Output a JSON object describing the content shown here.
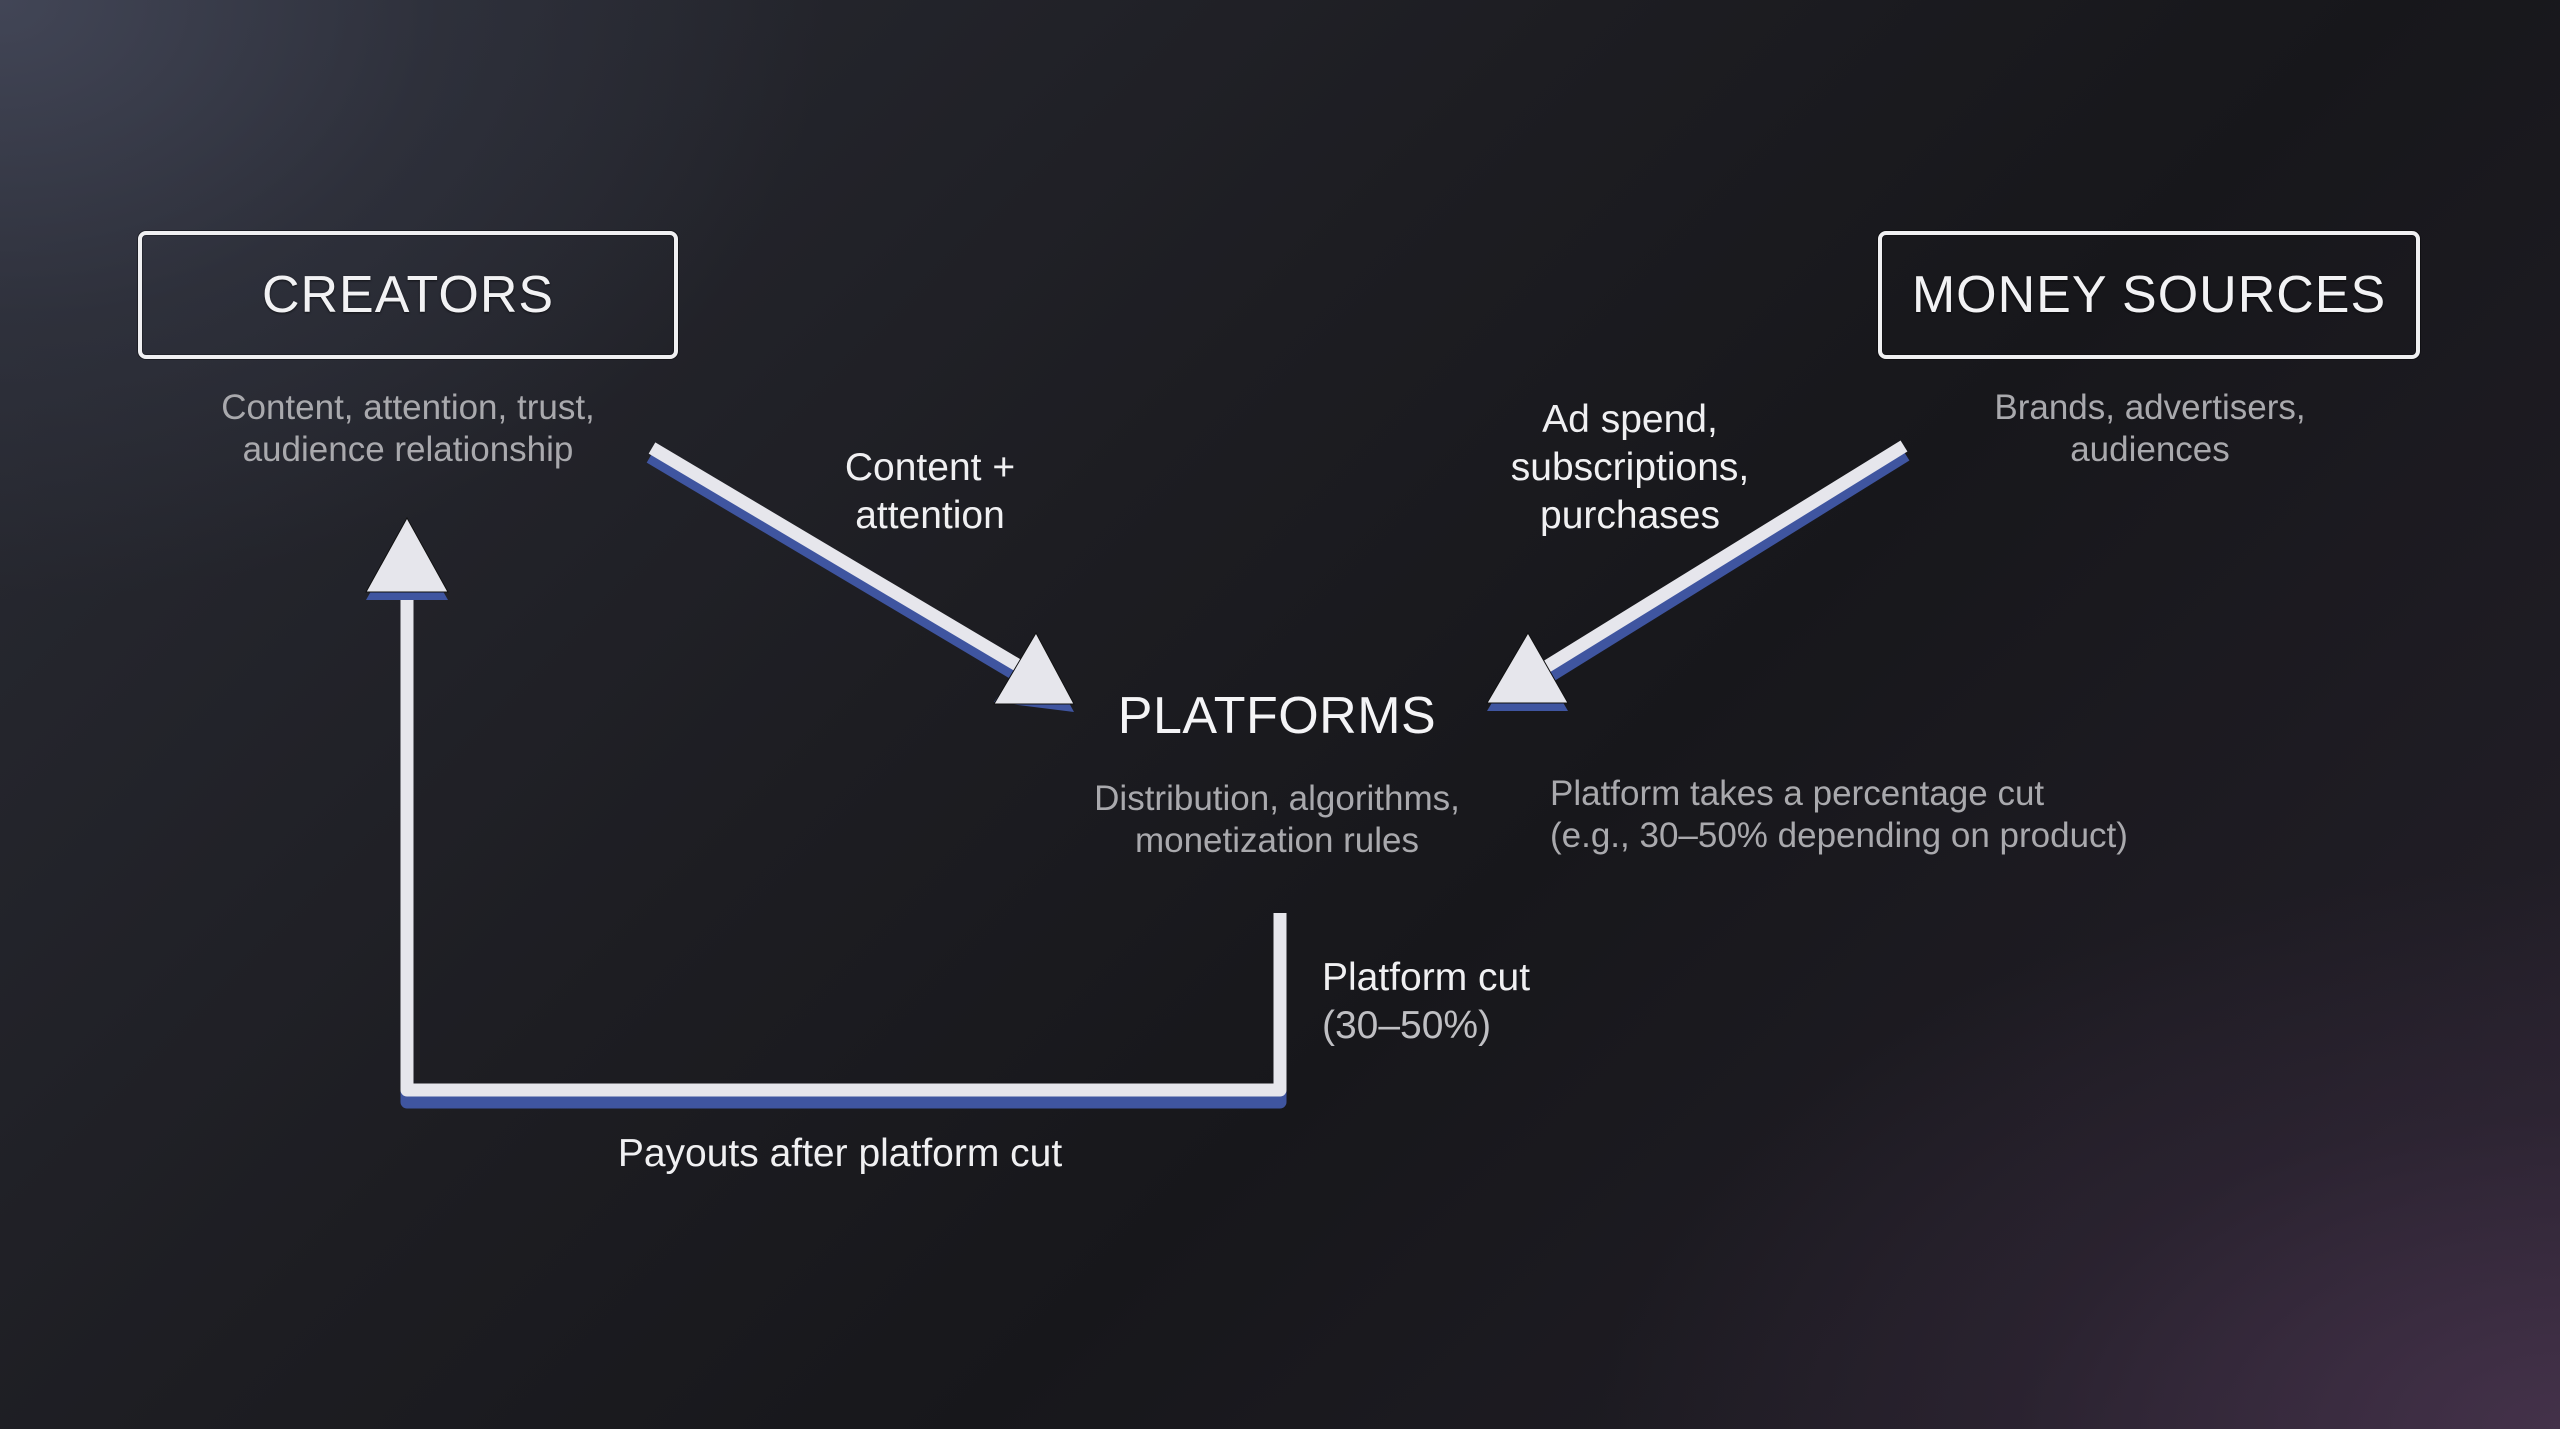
{
  "nodes": {
    "creators": {
      "title": "CREATORS",
      "subtitle": "Content, attention, trust,\naudience relationship"
    },
    "money_sources": {
      "title": "MONEY SOURCES",
      "subtitle": "Brands, advertisers,\naudiences"
    },
    "platforms": {
      "title": "PLATFORMS",
      "subtitle": "Distribution, algorithms,\nmonetization rules",
      "note": "Platform takes a percentage cut\n(e.g., 30–50% depending on product)"
    }
  },
  "flows": {
    "content": {
      "label": "Content +\nattention",
      "from": "CREATORS",
      "to": "PLATFORMS"
    },
    "money": {
      "label": "Ad spend,\nsubscriptions,\npurchases",
      "from": "MONEY SOURCES",
      "to": "PLATFORMS"
    },
    "payouts": {
      "label": "Payouts after platform cut",
      "from": "PLATFORMS",
      "to": "CREATORS"
    },
    "platform_cut": {
      "label_line1": "Platform cut",
      "label_line2": "(30–50%)"
    }
  },
  "colors": {
    "arrow_fill": "#e6e6ec",
    "arrow_shadow": "#3f55a0",
    "box_border": "#f0f0f2",
    "title_text": "#f2f2f4",
    "sub_text": "#a9a9ad"
  },
  "icons": {
    "arrowhead": "triangle-arrowhead"
  }
}
